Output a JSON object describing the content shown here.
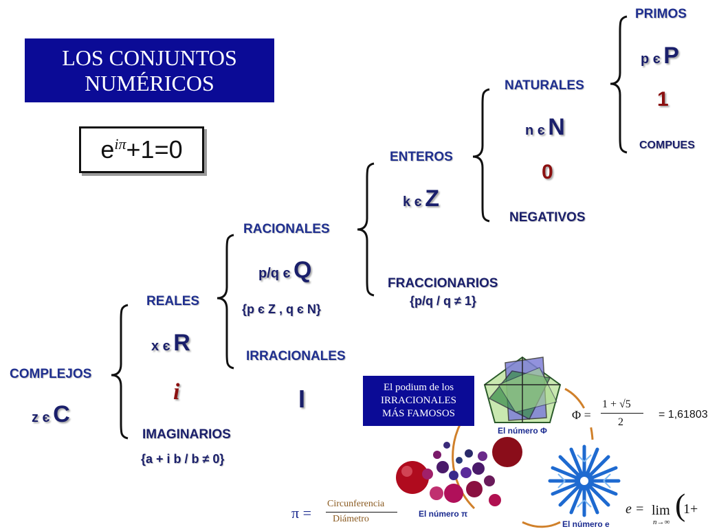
{
  "title": {
    "line1": "LOS CONJUNTOS",
    "line2": "NUMÉRICOS"
  },
  "euler": {
    "base": "e",
    "exponent": "iπ",
    "rest": "+1=0"
  },
  "nodes": {
    "complejos": {
      "label": "COMPLEJOS",
      "symbol_prefix": "z є",
      "symbol": "C"
    },
    "reales": {
      "label": "REALES",
      "symbol_prefix": "x є",
      "symbol": "R",
      "unit": "i"
    },
    "imaginarios": {
      "label": "IMAGINARIOS",
      "set": "{a + i b / b ≠ 0}"
    },
    "racionales": {
      "label": "RACIONALES",
      "symbol_prefix": "p/q є",
      "symbol": "Q",
      "set": "{p є Z , q є N}"
    },
    "irracionales": {
      "label": "IRRACIONALES",
      "symbol": "I"
    },
    "enteros": {
      "label": "ENTEROS",
      "symbol_prefix": "k є",
      "symbol": "Z"
    },
    "fraccionarios": {
      "label": "FRACCIONARIOS",
      "set": "{p/q / q ≠ 1}"
    },
    "naturales": {
      "label": "NATURALES",
      "symbol_prefix": "n є",
      "symbol": "N"
    },
    "zero": {
      "value": "0"
    },
    "negativos": {
      "label": "NEGATIVOS"
    },
    "primos": {
      "label": "PRIMOS",
      "symbol_prefix": "p є",
      "symbol": "P"
    },
    "one": {
      "value": "1"
    },
    "compuestos": {
      "label": "COMPUES"
    }
  },
  "podium": {
    "title_line1": "El podium de los",
    "title_line2": "IRRACIONALES",
    "title_line3": "MÁS FAMOSOS",
    "phi_caption": "El número Φ",
    "pi_caption": "El número π",
    "e_caption": "El número e",
    "phi_formula": {
      "lhs": "Φ =",
      "num": "1 + √5",
      "den": "2",
      "value": "= 1,61803"
    },
    "pi_formula": {
      "lhs": "π =",
      "num": "Circunferencia",
      "den": "Diámetro"
    },
    "e_formula": {
      "lhs": "e =",
      "lim": "lim",
      "sub": "n→∞",
      "rest": "1+"
    }
  },
  "colors": {
    "title_bg": "#0b0b96",
    "label": "#1f2f8f",
    "symbol": "#1a1f6b",
    "accent_red": "#8b1010"
  }
}
